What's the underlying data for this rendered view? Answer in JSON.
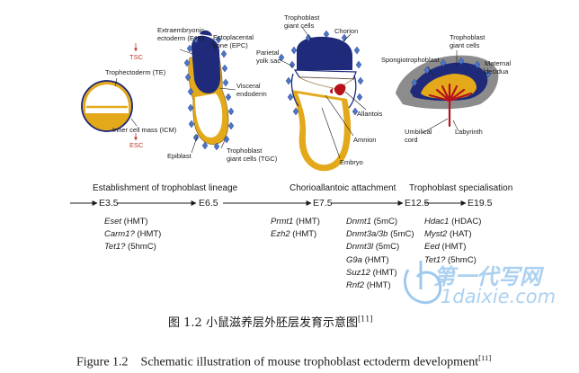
{
  "diagram": {
    "labels": {
      "trophectoderm": "Trophectoderm (TE)",
      "tsc": "TSC",
      "esc": "ESC",
      "icm": "Inner cell mass (ICM)",
      "exe": "Extraembryonic\nectoderm (ExE)",
      "epc": "Ectoplacental\ncone (EPC)",
      "visceral": "Visceral\nendoderm",
      "epiblast": "Epiblast",
      "tgc": "Trophoblast\ngiant cells (TGC)",
      "tgc2": "Trophoblast\ngiant cells",
      "parietal": "Parietal\nyolk sac",
      "chorion": "Chorion",
      "allantois": "Allantois",
      "amnion": "Amnion",
      "embryo": "Embryo",
      "tgc3": "Trophoblast\ngiant cells",
      "spongio": "Spongiotrophoblast",
      "maternal": "Maternal\ndecidua",
      "umbilical": "Umbilical\ncord",
      "labyrinth": "Labyrinth"
    },
    "phase_headers": [
      "Establishment of trophoblast lineage",
      "Chorioallantoic attachment",
      "Trophoblast specialisation"
    ],
    "stages": [
      "E3.5",
      "E6.5",
      "E7.5",
      "E12.5",
      "E19.5"
    ],
    "gene_columns": [
      [
        {
          "gene": "Eset",
          "mark": " (HMT)"
        },
        {
          "gene": "Carm1?",
          "mark": " (HMT)"
        },
        {
          "gene": "Tet1?",
          "mark": " (5hmC)"
        }
      ],
      [
        {
          "gene": "Prmt1",
          "mark": " (HMT)"
        },
        {
          "gene": "Ezh2",
          "mark": " (HMT)"
        }
      ],
      [
        {
          "gene": "Dnmt1",
          "mark": " (5mC)"
        },
        {
          "gene": "Dnmt3a/3b",
          "mark": " (5mC)"
        },
        {
          "gene": "Dnmt3l",
          "mark": " (5mC)"
        },
        {
          "gene": "G9a",
          "mark": " (HMT)"
        },
        {
          "gene": "Suz12",
          "mark": " (HMT)"
        },
        {
          "gene": "Rnf2",
          "mark": " (HMT)"
        }
      ],
      [
        {
          "gene": "Hdac1",
          "mark": " (HDAC)"
        },
        {
          "gene": "Myst2",
          "mark": " (HAT)"
        },
        {
          "gene": "Eed",
          "mark": " (HMT)"
        },
        {
          "gene": "Tet1?",
          "mark": " (5hmC)"
        }
      ]
    ]
  },
  "caption": {
    "cn": "图 1.2    小鼠滋养层外胚层发育示意图",
    "cn_ref": "[11]",
    "en": "Figure 1.2    Schematic illustration of mouse trophoblast ectoderm development",
    "en_ref": "[11]"
  },
  "watermark": {
    "line1": "第一代写网",
    "line2": "1daixie.com"
  },
  "colors": {
    "navy": "#1f2a7a",
    "gold": "#e3a91b",
    "diamond": "#4a78c8",
    "red": "#b5121b",
    "grey": "#8c8c8c",
    "watermark": "#9ec9ee"
  }
}
